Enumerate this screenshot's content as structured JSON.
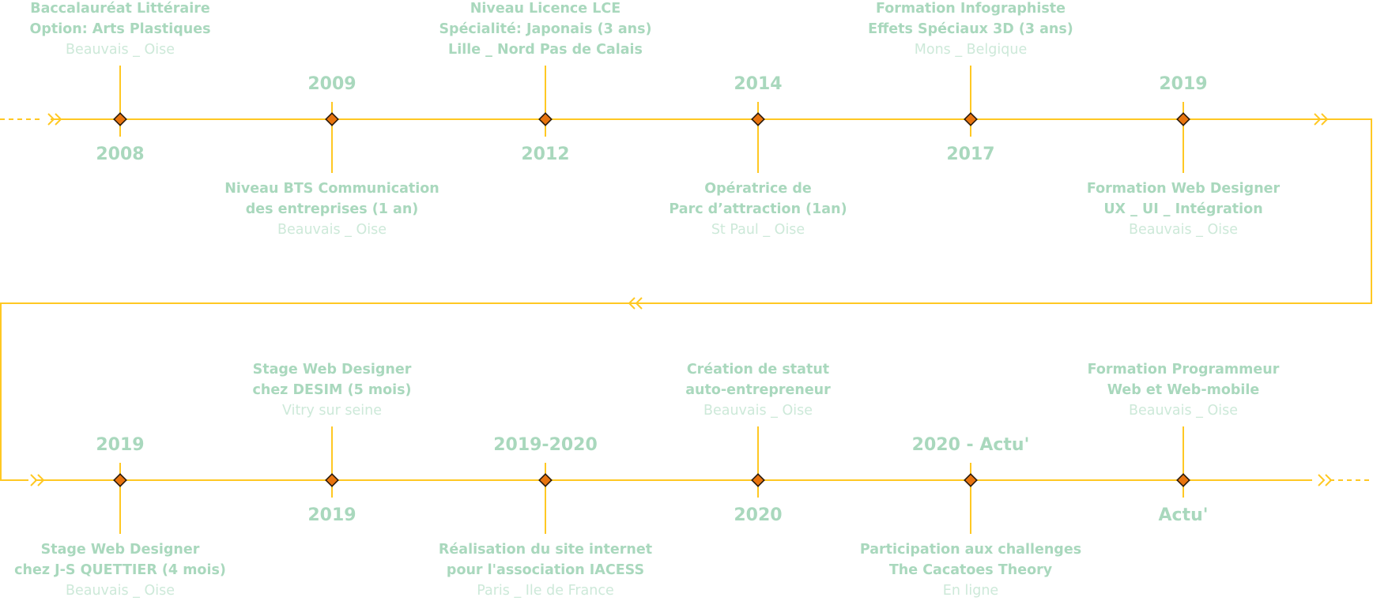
{
  "colors": {
    "line": "#ffc823",
    "marker_fill": "#e8740f",
    "marker_stroke": "#2a1a0a",
    "text_strong": "#a9d8bd",
    "text_soft": "#cde9d9"
  },
  "icons": {
    "arrow": "double-chevron-icon",
    "marker": "diamond-marker-icon"
  },
  "rows": [
    {
      "direction": "right",
      "events": [
        {
          "year": "2008",
          "title": [
            "Baccalauréat Littéraire",
            "Option: Arts Plastiques"
          ],
          "place": "Beauvais _ Oise"
        },
        {
          "year": "2009",
          "title": [
            "Niveau BTS Communication",
            "des entreprises (1 an)"
          ],
          "place": "Beauvais _ Oise"
        },
        {
          "year": "2012",
          "title": [
            "Niveau Licence LCE",
            "Spécialité: Japonais (3 ans)",
            "Lille _ Nord Pas de Calais"
          ],
          "place": ""
        },
        {
          "year": "2014",
          "title": [
            "Opératrice de",
            "Parc d’attraction (1an)"
          ],
          "place": "St Paul _ Oise"
        },
        {
          "year": "2017",
          "title": [
            "Formation Infographiste",
            "Effets Spéciaux 3D (3 ans)"
          ],
          "place": "Mons _ Belgique"
        },
        {
          "year": "2019",
          "title": [
            "Formation Web Designer",
            "UX _ UI _ Intégration"
          ],
          "place": "Beauvais _ Oise"
        }
      ]
    },
    {
      "direction": "right",
      "events": [
        {
          "year": "2019",
          "title": [
            "Stage Web Designer",
            "chez J-S QUETTIER (4 mois)"
          ],
          "place": "Beauvais _ Oise"
        },
        {
          "year": "2019",
          "title": [
            "Stage Web Designer",
            "chez DESIM (5 mois)"
          ],
          "place": "Vitry sur seine"
        },
        {
          "year": "2019-2020",
          "title": [
            "Réalisation du site internet",
            "pour l'association IACESS"
          ],
          "place": "Paris _ Ile de France"
        },
        {
          "year": "2020",
          "title": [
            "Création de statut",
            "auto-entrepreneur"
          ],
          "place": "Beauvais _ Oise"
        },
        {
          "year": "2020 - Actu'",
          "title": [
            "Participation aux challenges",
            "The  Cacatoes Theory"
          ],
          "place": "En ligne"
        },
        {
          "year": "Actu'",
          "title": [
            "Formation Programmeur",
            "Web et Web-mobile"
          ],
          "place": "Beauvais _ Oise"
        }
      ]
    }
  ]
}
